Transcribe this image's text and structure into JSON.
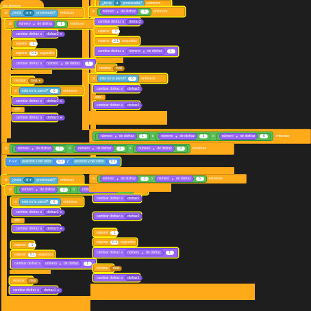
{
  "hat": {
    "label": "por siempre"
  },
  "ops": {
    "and": "y",
    "or": "o"
  },
  "if": {
    "then": "entonces",
    "if_kw": "si",
    "else_kw": "sino"
  },
  "blocks": {
    "key_pressed_kw": "¿tecla",
    "key_pressed_suffix": "presionada?",
    "key_a": "a",
    "key_d": "d",
    "costume_number": "número",
    "of_costume": "de disfraz",
    "change_costume_to": "cambiar disfraz a",
    "costume1": "disfraz1",
    "costume2": "disfraz2",
    "costume3": "disfraz3",
    "wait_kw": "esperar",
    "wait_seconds": "segundos",
    "wait_val": "1",
    "wait_val_small": "0.1",
    "touching_ground": "está en la pared?",
    "show": "mostrar",
    "costume_label": "mas",
    "go_xy_kw": "ir a x:",
    "x_of_stage": "posición x del ratón",
    "y_kw": "y:",
    "y_of_stage": "posición y del ratón",
    "glide_val": "0.1",
    "num1": "1",
    "num2": "2",
    "num3": "3",
    "num6": "6"
  }
}
